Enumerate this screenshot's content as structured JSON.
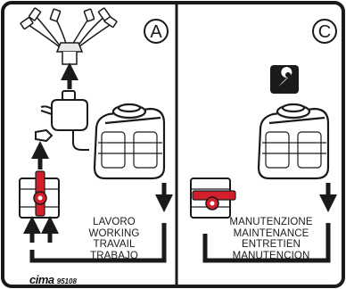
{
  "panels": [
    {
      "letter": "A",
      "captions": [
        "LAVORO",
        "WORKING",
        "TRAVAIL",
        "TRABAJO"
      ]
    },
    {
      "letter": "C",
      "icon": "wrench-icon",
      "captions": [
        "MANUTENZIONE",
        "MAINTENANCE",
        "ENTRETIEN",
        "MANUTENCION"
      ]
    }
  ],
  "brand": {
    "logo": "cima",
    "code": "95108"
  },
  "colors": {
    "valve": "#d21f2b",
    "line": "#1a1a1a",
    "tank": "#ffffff"
  }
}
